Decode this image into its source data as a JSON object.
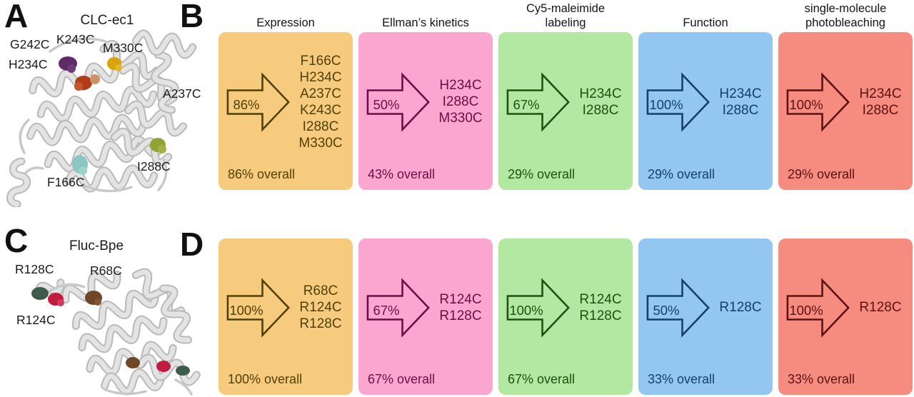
{
  "panels": {
    "a": {
      "letter": "A",
      "title": "CLC-ec1",
      "site_labels": [
        "G242C",
        "K243C",
        "M330C",
        "H234C",
        "A237C",
        "I288C",
        "F166C"
      ]
    },
    "b": {
      "letter": "B",
      "stages": [
        {
          "name": "Expression",
          "title_line1": "Expression",
          "title_line2": "",
          "percent": "86%",
          "mutants": [
            "F166C",
            "H234C",
            "A237C",
            "K243C",
            "I288C",
            "M330C"
          ],
          "overall": "86% overall"
        },
        {
          "name": "Ellman's kinetics",
          "title_line1": "Ellman’s kinetics",
          "title_line2": "",
          "percent": "50%",
          "mutants": [
            "H234C",
            "I288C",
            "M330C"
          ],
          "overall": "43% overall"
        },
        {
          "name": "Cy5-maleimide labeling",
          "title_line1": "Cy5-maleimide",
          "title_line2": "labeling",
          "percent": "67%",
          "mutants": [
            "H234C",
            "I288C"
          ],
          "overall": "29% overall"
        },
        {
          "name": "Function",
          "title_line1": "Function",
          "title_line2": "",
          "percent": "100%",
          "mutants": [
            "H234C",
            "I288C"
          ],
          "overall": "29% overall"
        },
        {
          "name": "single-molecule photobleaching",
          "title_line1": "single-molecule",
          "title_line2": "photobleaching",
          "percent": "100%",
          "mutants": [
            "H234C",
            "I288C"
          ],
          "overall": "29% overall"
        }
      ]
    },
    "c": {
      "letter": "C",
      "title": "Fluc-Bpe",
      "site_labels": [
        "R128C",
        "R68C",
        "R124C"
      ]
    },
    "d": {
      "letter": "D",
      "stages": [
        {
          "name": "Expression",
          "percent": "100%",
          "mutants": [
            "R68C",
            "R124C",
            "R128C"
          ],
          "overall": "100% overall"
        },
        {
          "name": "Ellman's kinetics",
          "percent": "67%",
          "mutants": [
            "R124C",
            "R128C"
          ],
          "overall": "67% overall"
        },
        {
          "name": "Cy5-maleimide labeling",
          "percent": "100%",
          "mutants": [
            "R124C",
            "R128C"
          ],
          "overall": "67% overall"
        },
        {
          "name": "Function",
          "percent": "50%",
          "mutants": [
            "R128C"
          ],
          "overall": "33% overall"
        },
        {
          "name": "single-molecule photobleaching",
          "percent": "100%",
          "mutants": [
            "R128C"
          ],
          "overall": "33% overall"
        }
      ]
    }
  },
  "colors": {
    "stage_fills": [
      "#f7cb7e",
      "#fba6d1",
      "#b2e8a2",
      "#93c6f1",
      "#f68b80"
    ],
    "stage_inks": [
      "#514005",
      "#6d0d45",
      "#20500f",
      "#153f6b",
      "#5c1212"
    ],
    "residue_marker_colors": {
      "purple": "#5e2a67",
      "red_orange": "#b13c17",
      "tan": "#c9946a",
      "gold": "#daa306",
      "olive": "#93a236",
      "teal": "#8ac6c2",
      "dark_green": "#3f5b4b",
      "crimson": "#c01d40",
      "brown": "#6f4628"
    },
    "ribbon": "#d8d8d8"
  }
}
